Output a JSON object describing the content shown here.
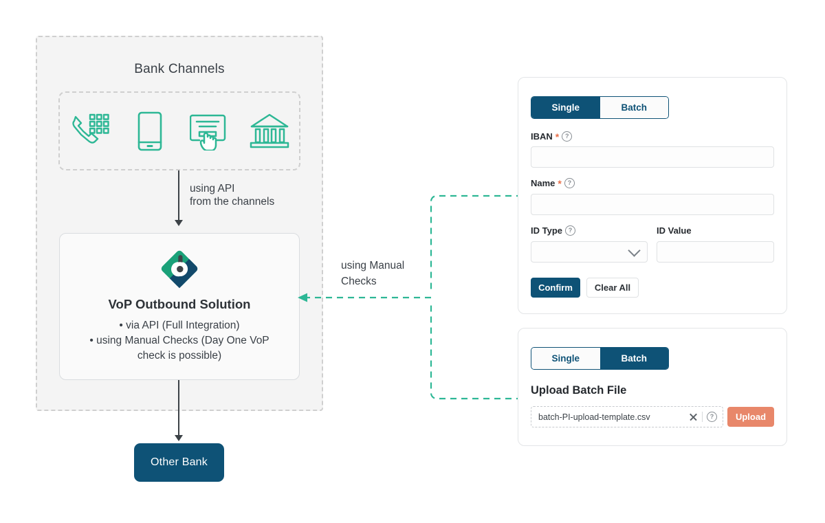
{
  "diagram": {
    "bank_group_title": "Bank Channels",
    "channels": [
      {
        "name": "phone-keypad-icon",
        "label": "Phone"
      },
      {
        "name": "mobile-phone-icon",
        "label": "Mobile"
      },
      {
        "name": "online-banking-click-icon",
        "label": "Online"
      },
      {
        "name": "bank-building-icon",
        "label": "Branch"
      }
    ],
    "api_edge_label_line1": "using API",
    "api_edge_label_line2": "from the channels",
    "manual_edge_label_line1": "using Manual",
    "manual_edge_label_line2": "Checks",
    "vop": {
      "logo_name": "vop-brand-logo",
      "title": "VoP Outbound Solution",
      "bullets": [
        "• via API (Full Integration)",
        "• using Manual Checks (Day One VoP",
        "check is possible)"
      ]
    },
    "other_bank_label": "Other Bank"
  },
  "single_card": {
    "tabs": [
      {
        "label": "Single",
        "active": true
      },
      {
        "label": "Batch",
        "active": false
      }
    ],
    "fields": {
      "iban": {
        "label": "IBAN",
        "required": "*",
        "help": "?",
        "value": "",
        "placeholder": ""
      },
      "name": {
        "label": "Name",
        "required": "*",
        "help": "?",
        "value": "",
        "placeholder": ""
      },
      "id_type": {
        "label": "ID Type",
        "help": "?",
        "value": "",
        "placeholder": ""
      },
      "id_value": {
        "label": "ID Value",
        "value": "",
        "placeholder": ""
      }
    },
    "confirm_label": "Confirm",
    "clear_label": "Clear All"
  },
  "batch_card": {
    "tabs": [
      {
        "label": "Single",
        "active": false
      },
      {
        "label": "Batch",
        "active": true
      }
    ],
    "heading": "Upload Batch File",
    "file_name": "batch-PI-upload-template.csv",
    "clear_icon": "close-icon",
    "help_icon": "?",
    "upload_label": "Upload"
  },
  "colors": {
    "navy": "#0e5276",
    "green": "#2db795",
    "coral": "#e8876a",
    "panel_gray": "#f4f4f4",
    "dash_gray": "#cfcfcf",
    "text": "#3a4047"
  }
}
